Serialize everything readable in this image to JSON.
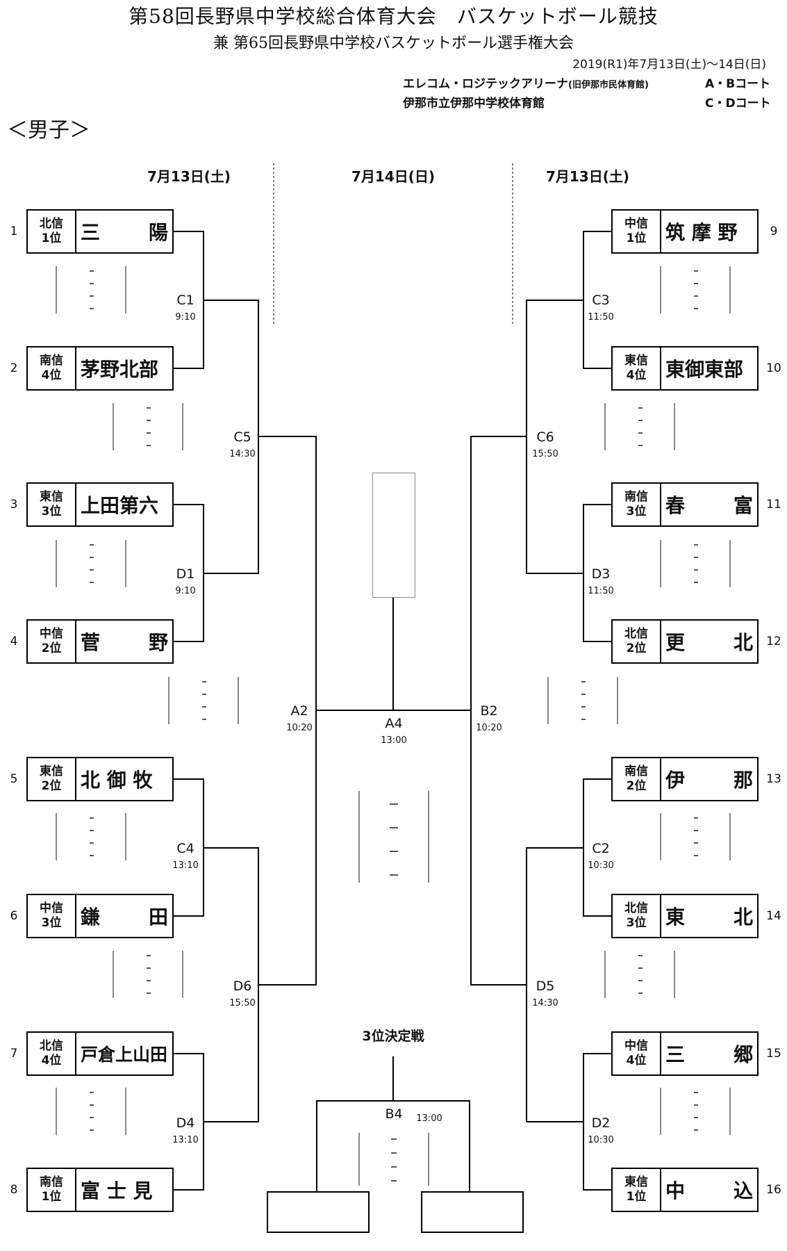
{
  "header": {
    "title": "第58回長野県中学校総合体育大会　バスケットボール競技",
    "subtitle": "兼 第65回長野県中学校バスケットボール選手権大会",
    "dates": "2019(R1)年7月13日(土)～14日(日)",
    "venue1_name": "エレコム・ロジテックアリーナ",
    "venue1_note": "(旧伊那市民体育館)",
    "venue1_courts": "A・Bコート",
    "venue2_name": "伊那市立伊那中学校体育館",
    "venue2_courts": "C・Dコート",
    "section": "＜男子＞"
  },
  "days": {
    "left": "7月13日(土)",
    "center": "7月14日(日)",
    "right": "7月13日(土)"
  },
  "teams": [
    {
      "no": "1",
      "r1": "北信",
      "r2": "1位",
      "n1": "三",
      "n2": "陽"
    },
    {
      "no": "2",
      "r1": "南信",
      "r2": "4位",
      "n1": "茅野北部",
      "n2": ""
    },
    {
      "no": "3",
      "r1": "東信",
      "r2": "3位",
      "n1": "上田第六",
      "n2": ""
    },
    {
      "no": "4",
      "r1": "中信",
      "r2": "2位",
      "n1": "菅",
      "n2": "野"
    },
    {
      "no": "5",
      "r1": "東信",
      "r2": "2位",
      "n1": "北 御 牧",
      "n2": ""
    },
    {
      "no": "6",
      "r1": "中信",
      "r2": "3位",
      "n1": "鎌",
      "n2": "田"
    },
    {
      "no": "7",
      "r1": "北信",
      "r2": "4位",
      "n1": "戸倉上山田",
      "n2": ""
    },
    {
      "no": "8",
      "r1": "南信",
      "r2": "1位",
      "n1": "富 士 見",
      "n2": ""
    },
    {
      "no": "9",
      "r1": "中信",
      "r2": "1位",
      "n1": "筑 摩 野",
      "n2": ""
    },
    {
      "no": "10",
      "r1": "東信",
      "r2": "4位",
      "n1": "東御東部",
      "n2": ""
    },
    {
      "no": "11",
      "r1": "南信",
      "r2": "3位",
      "n1": "春",
      "n2": "富"
    },
    {
      "no": "12",
      "r1": "北信",
      "r2": "2位",
      "n1": "更",
      "n2": "北"
    },
    {
      "no": "13",
      "r1": "南信",
      "r2": "2位",
      "n1": "伊",
      "n2": "那"
    },
    {
      "no": "14",
      "r1": "北信",
      "r2": "3位",
      "n1": "東",
      "n2": "北"
    },
    {
      "no": "15",
      "r1": "中信",
      "r2": "4位",
      "n1": "三",
      "n2": "郷"
    },
    {
      "no": "16",
      "r1": "東信",
      "r2": "1位",
      "n1": "中",
      "n2": "込"
    }
  ],
  "games": [
    {
      "code": "C1",
      "time": "9:10"
    },
    {
      "code": "D1",
      "time": "9:10"
    },
    {
      "code": "C4",
      "time": "13:10"
    },
    {
      "code": "D4",
      "time": "13:10"
    },
    {
      "code": "C5",
      "time": "14:30"
    },
    {
      "code": "D6",
      "time": "15:50"
    },
    {
      "code": "A2",
      "time": "10:20"
    },
    {
      "code": "C3",
      "time": "11:50"
    },
    {
      "code": "D3",
      "time": "11:50"
    },
    {
      "code": "C2",
      "time": "10:30"
    },
    {
      "code": "D2",
      "time": "10:30"
    },
    {
      "code": "C6",
      "time": "15:50"
    },
    {
      "code": "D5",
      "time": "14:30"
    },
    {
      "code": "B2",
      "time": "10:20"
    },
    {
      "code": "A4",
      "time": "13:00"
    },
    {
      "code": "B4",
      "time": "13:00"
    }
  ],
  "third_place": "3位決定戦"
}
